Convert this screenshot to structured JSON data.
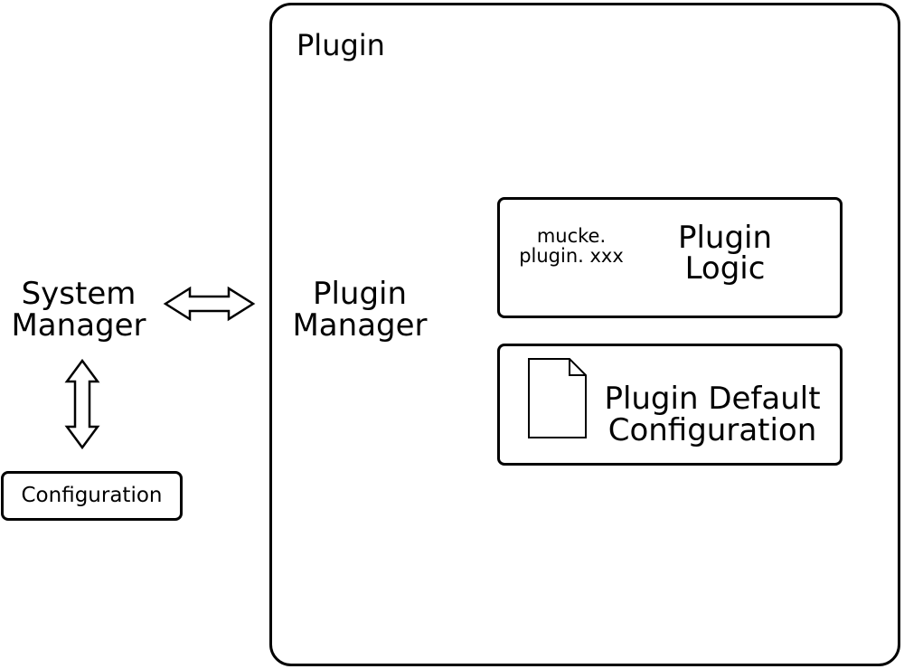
{
  "plugin": {
    "title": "Plugin",
    "manager_label": "Plugin Manager"
  },
  "system_manager": {
    "label": "System Manager"
  },
  "configuration": {
    "label": "Configuration"
  },
  "plugin_logic": {
    "package_label": "mucke. plugin. xxx",
    "label": "Plugin Logic"
  },
  "plugin_default_configuration": {
    "label": "Plugin Default Configuration",
    "icon": "document-icon"
  },
  "connections": [
    {
      "from": "System Manager",
      "to": "Plugin Manager",
      "type": "bidirectional"
    },
    {
      "from": "System Manager",
      "to": "Configuration",
      "type": "bidirectional"
    }
  ]
}
